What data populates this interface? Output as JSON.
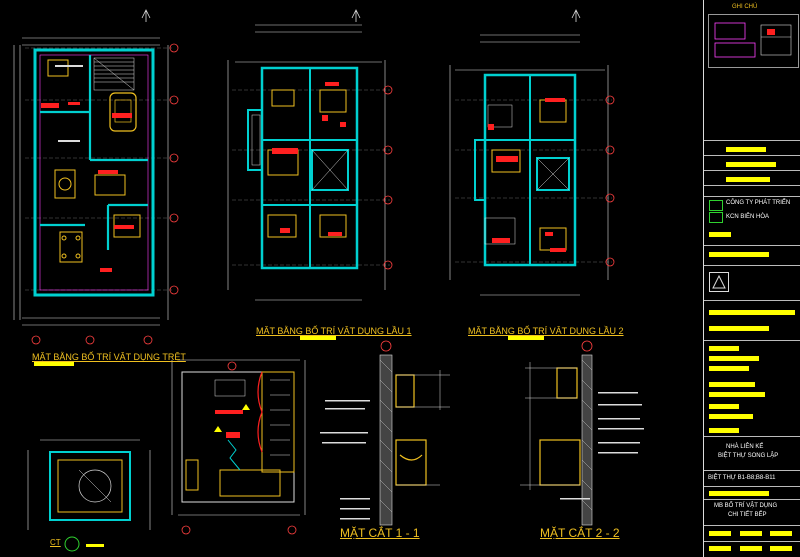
{
  "titles": {
    "ground": "MẶT BẰNG BỐ TRÍ VẬT DỤNG TRỆT",
    "floor1": "MẶT BẰNG BỐ TRÍ VẬT DỤNG LẦU 1",
    "floor2": "MẶT BẰNG BỐ TRÍ VẬT DỤNG LẦU 2",
    "section1": "MẶT CẮT 1 - 1",
    "section2": "MẶT CẮT 2 - 2",
    "detail": "CT"
  },
  "title_block": {
    "header": "GHI CHÚ",
    "company": "CÔNG TY PHÁT TRIỂN",
    "location": "KCN BIÊN HÒA",
    "project_line1": "NHÀ LIÊN KẾ",
    "project_line2": "BIỆT THỰ SONG LẬP",
    "lots": "BIỆT THỰ B1-B8;B8-B11",
    "sheet_line1": "MB BỐ TRÍ VẬT DỤNG",
    "sheet_line2": "CHI TIẾT BẾP"
  },
  "colors": {
    "background": "#000000",
    "wall": "#00d0d0",
    "accent_red": "#ff2020",
    "furniture_yellow": "#f0c020",
    "dim_white": "#dcdcdc",
    "green": "#2fd12f",
    "magenta": "#ff40ff"
  }
}
